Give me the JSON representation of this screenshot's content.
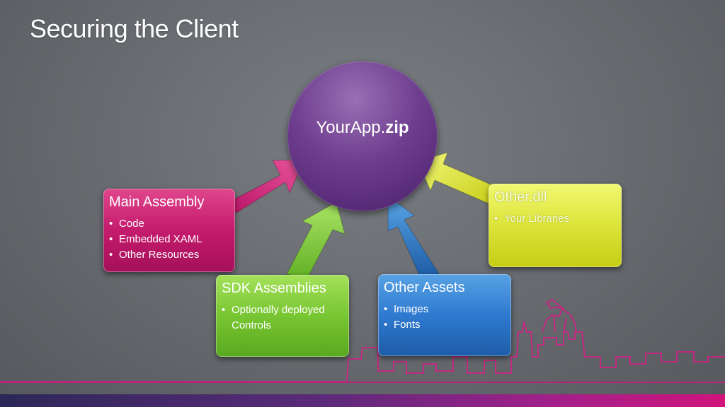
{
  "slide": {
    "title": "Securing the Client"
  },
  "hub": {
    "label_plain": "YourApp.",
    "label_bold": "zip",
    "color": "#6e3f8f"
  },
  "boxes": {
    "main_assembly": {
      "title": "Main Assembly",
      "items": [
        "Code",
        "Embedded XAML",
        "Other Resources"
      ],
      "color": "#c41b6d"
    },
    "sdk_assemblies": {
      "title": "SDK Assemblies",
      "items": [
        "Optionally deployed Controls"
      ],
      "color": "#78c632"
    },
    "other_assets": {
      "title": "Other Assets",
      "items": [
        "Images",
        "Fonts"
      ],
      "color": "#2f7ad0"
    },
    "other_dll": {
      "title": "Other.dll",
      "items": [
        "Your Libraries"
      ],
      "color": "#dce43a"
    }
  }
}
